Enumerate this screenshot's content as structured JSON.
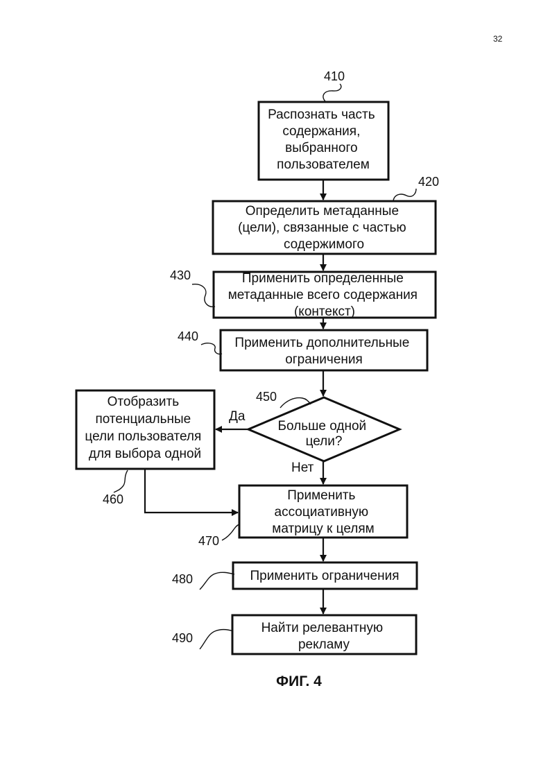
{
  "page_number": "32",
  "figure_label": "ФИГ. 4",
  "steps": {
    "s410": {
      "ref": "410",
      "lines": [
        "Распознать часть",
        "содержания,",
        "выбранного",
        "пользователем"
      ]
    },
    "s420": {
      "ref": "420",
      "lines": [
        "Определить метаданные",
        "(цели), связанные с частью",
        "содержимого"
      ]
    },
    "s430": {
      "ref": "430",
      "lines": [
        "Применить определенные",
        "метаданные всего содержания",
        "(контекст)"
      ]
    },
    "s440": {
      "ref": "440",
      "lines": [
        "Применить дополнительные",
        "ограничения"
      ]
    },
    "s450": {
      "ref": "450",
      "lines": [
        "Больше одной",
        "цели?"
      ]
    },
    "s460": {
      "ref": "460",
      "lines": [
        "Отобразить",
        "потенциальные",
        "цели пользователя",
        "для выбора одной"
      ]
    },
    "s470": {
      "ref": "470",
      "lines": [
        "Применить",
        "ассоциативную",
        "матрицу к целям"
      ]
    },
    "s480": {
      "ref": "480",
      "lines": [
        "Применить ограничения"
      ]
    },
    "s490": {
      "ref": "490",
      "lines": [
        "Найти релевантную",
        "рекламу"
      ]
    }
  },
  "branches": {
    "yes": "Да",
    "no": "Нет"
  }
}
